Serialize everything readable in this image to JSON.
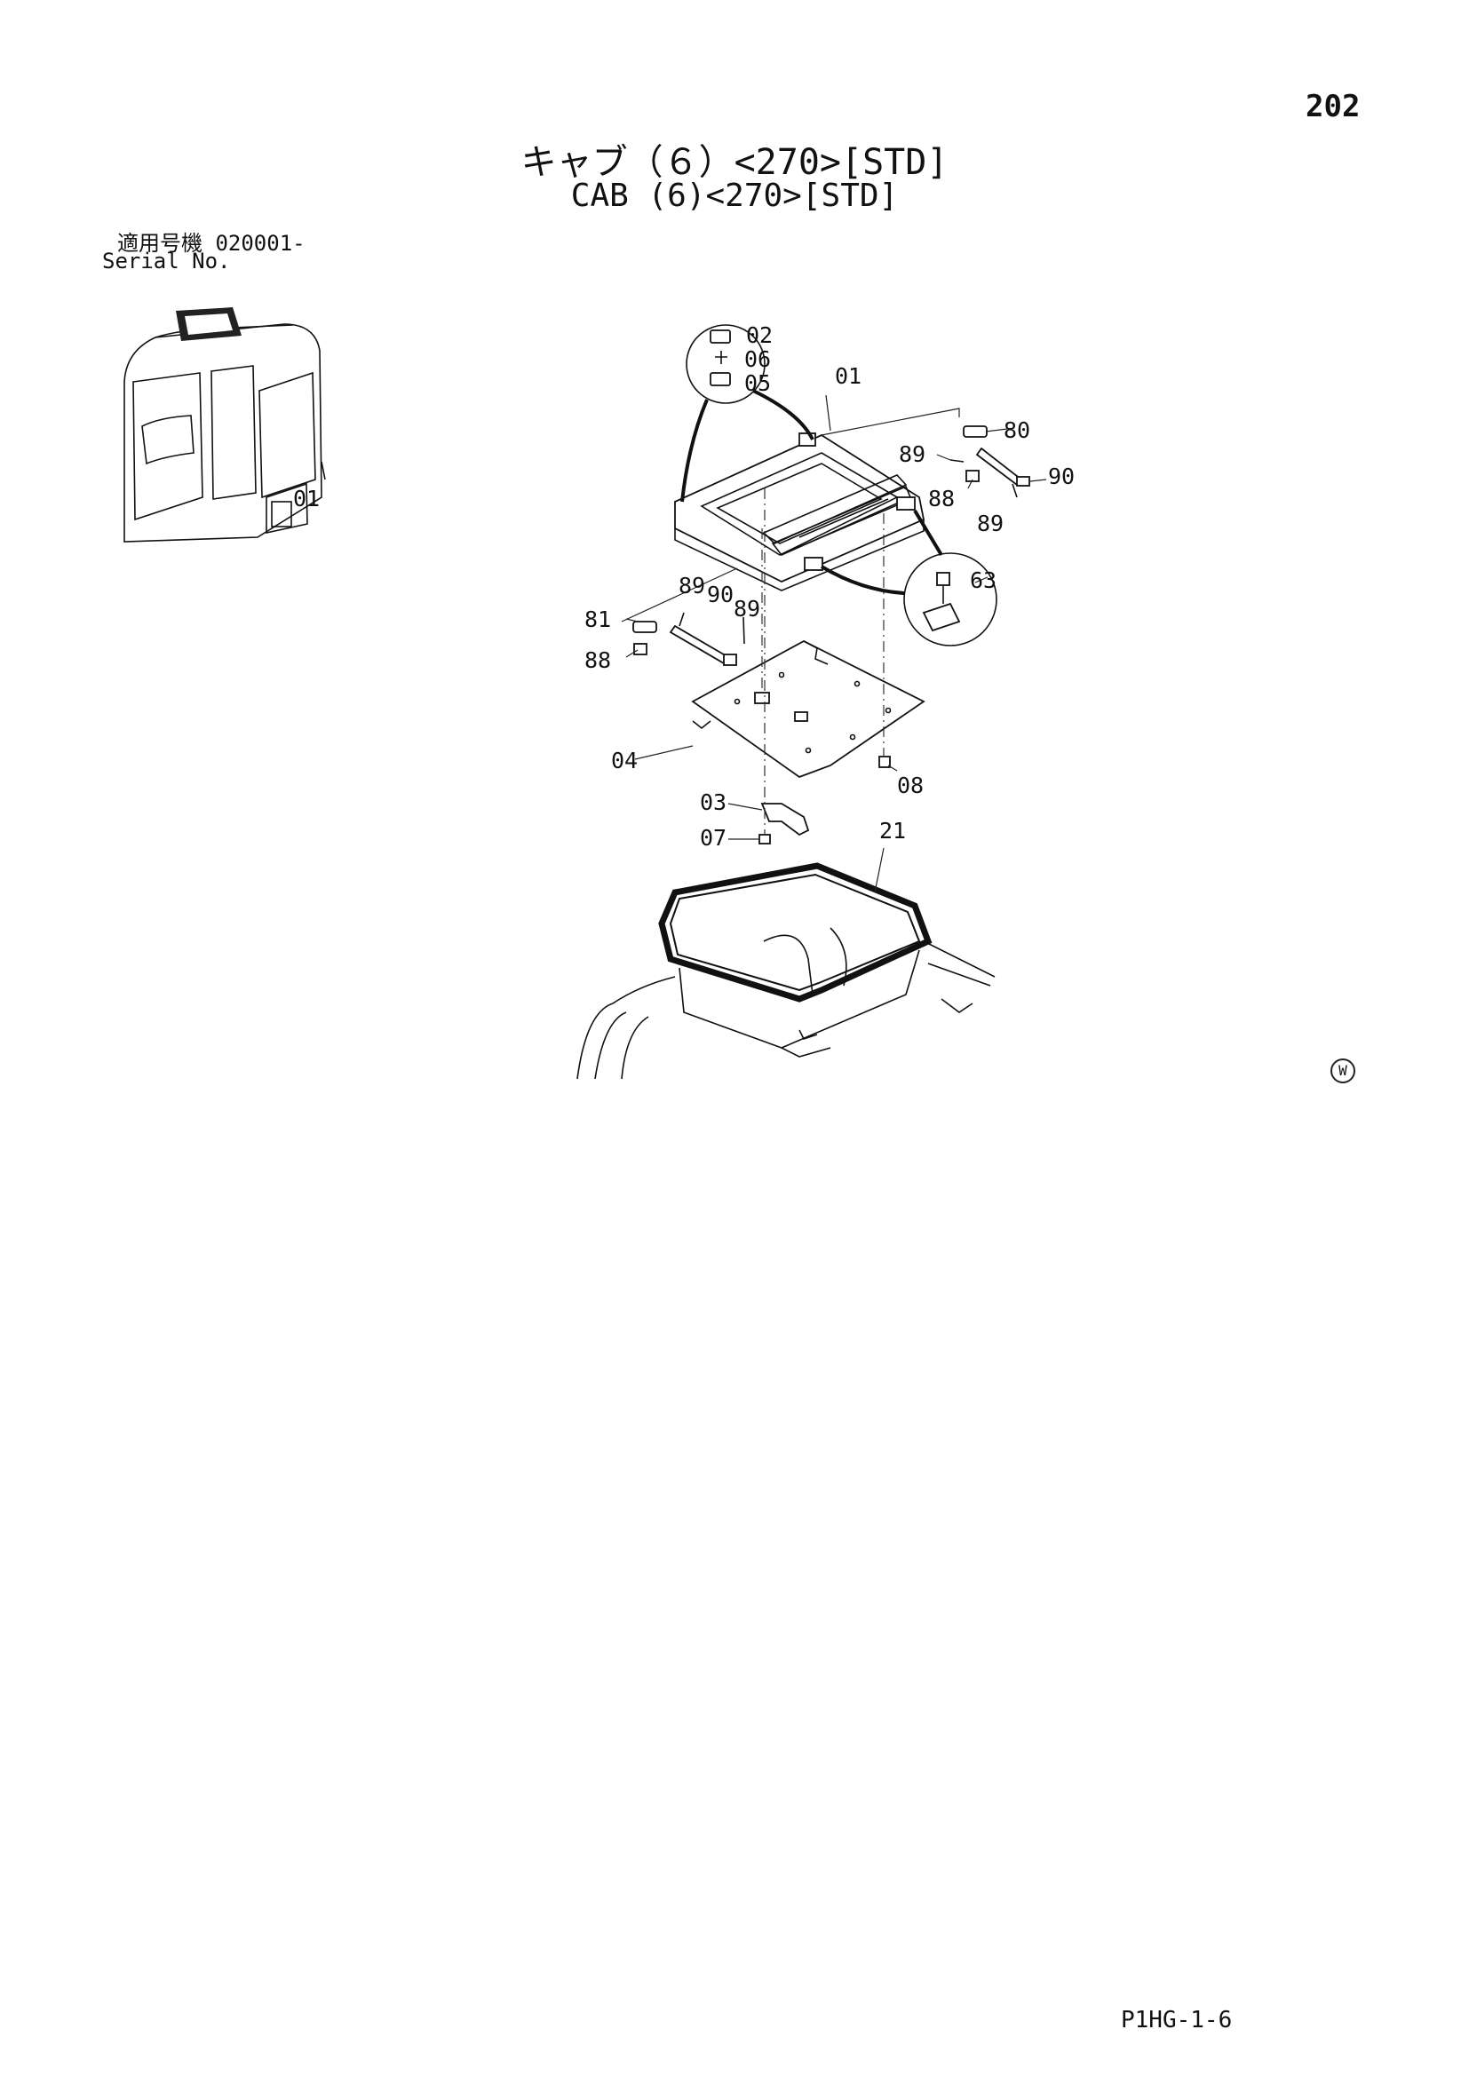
{
  "page": {
    "number": "202",
    "title_jp": "キャブ（６）<270>[STD]",
    "title_en": "CAB (6)<270>[STD]",
    "serial_jp": "適用号機  020001-",
    "serial_en": "Serial No.",
    "footer_code": "P1HG-1-6",
    "w_mark": "W"
  },
  "diagram": {
    "thumbnail_label": "01",
    "callouts": [
      {
        "id": "c02",
        "text": "02"
      },
      {
        "id": "c06",
        "text": "06"
      },
      {
        "id": "c05",
        "text": "05"
      },
      {
        "id": "c01",
        "text": "01"
      },
      {
        "id": "c80",
        "text": "80"
      },
      {
        "id": "c89a",
        "text": "89"
      },
      {
        "id": "c90a",
        "text": "90"
      },
      {
        "id": "c88a",
        "text": "88"
      },
      {
        "id": "c89b",
        "text": "89"
      },
      {
        "id": "c63",
        "text": "63"
      },
      {
        "id": "c89c",
        "text": "89"
      },
      {
        "id": "c90b",
        "text": "90"
      },
      {
        "id": "c89d",
        "text": "89"
      },
      {
        "id": "c81",
        "text": "81"
      },
      {
        "id": "c88b",
        "text": "88"
      },
      {
        "id": "c04",
        "text": "04"
      },
      {
        "id": "c08",
        "text": "08"
      },
      {
        "id": "c03",
        "text": "03"
      },
      {
        "id": "c07",
        "text": "07"
      },
      {
        "id": "c21",
        "text": "21"
      }
    ]
  }
}
